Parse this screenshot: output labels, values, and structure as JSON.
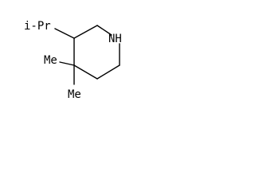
{
  "molecule": {
    "atom_labels": {
      "nh": "NH",
      "isopropyl": "i-Pr",
      "methyl_upper": "Me",
      "methyl_lower": "Me"
    },
    "colors": {
      "ink": "#000000",
      "background": "#ffffff"
    }
  }
}
